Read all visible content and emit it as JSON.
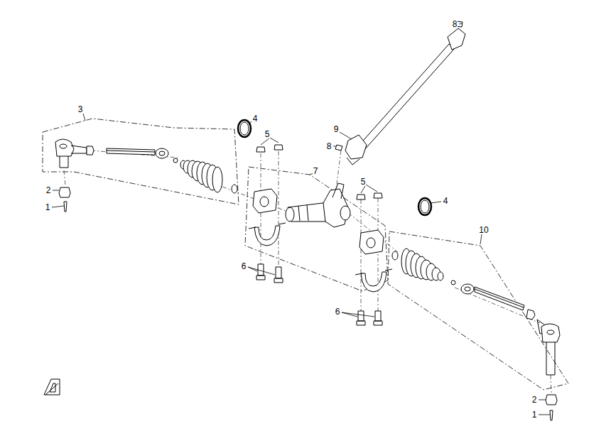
{
  "diagram": {
    "labels": [
      "8",
      "3",
      "4",
      "5",
      "9",
      "8",
      "7",
      "5",
      "4",
      "10",
      "2",
      "1",
      "6",
      "6",
      "2",
      "1"
    ]
  }
}
